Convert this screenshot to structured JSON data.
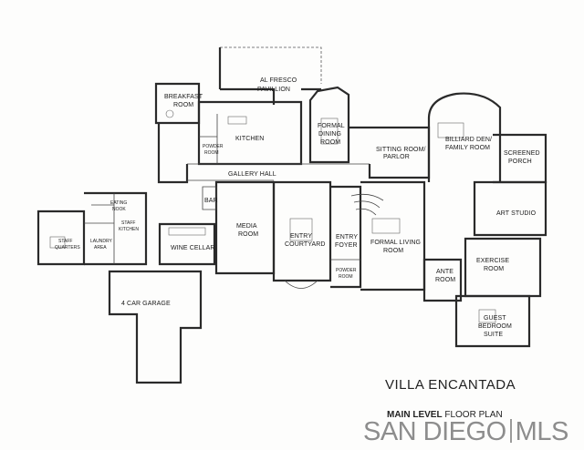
{
  "title": "VILLA ENCANTADA",
  "subtitle_bold": "MAIN LEVEL",
  "subtitle_rest": "FLOOR PLAN",
  "watermark": {
    "left": "SAN DIEGO",
    "right": "MLS"
  },
  "rooms": {
    "al_fresco": "AL FRESCO",
    "pavillion": "PAVILLION",
    "breakfast": "BREAKFAST",
    "breakfast_room": "ROOM",
    "kitchen": "KITCHEN",
    "powder_a": "POWDER",
    "powder_a2": "ROOM",
    "formal_dining": "FORMAL",
    "formal_dining2": "DINING",
    "formal_dining3": "ROOM",
    "sitting": "SITTING ROOM/",
    "sitting2": "PARLOR",
    "billiard": "BILLIARD DEN/",
    "billiard2": "FAMILY ROOM",
    "screened": "SCREENED",
    "screened2": "PORCH",
    "gallery": "GALLERY HALL",
    "eating": "EATING",
    "eating2": "NOOK",
    "staff_kitchen": "STAFF",
    "staff_kitchen2": "KITCHEN",
    "staff_quarters": "STAFF",
    "staff_quarters2": "QUARTERS",
    "laundry": "LAUNDRY",
    "laundry2": "AREA",
    "bar": "BAR",
    "media": "MEDIA",
    "media2": "ROOM",
    "wine": "WINE CELLAR",
    "courtyard": "ENTRY",
    "courtyard2": "COURTYARD",
    "foyer": "ENTRY",
    "foyer2": "FOYER",
    "powder_b": "POWDER",
    "powder_b2": "ROOM",
    "living": "FORMAL LIVING",
    "living2": "ROOM",
    "art": "ART STUDIO",
    "exercise": "EXERCISE",
    "exercise2": "ROOM",
    "ante": "ANTE",
    "ante2": "ROOM",
    "guest": "GUEST",
    "guest2": "BEDROOM",
    "guest3": "SUITE",
    "garage": "4 CAR GARAGE"
  }
}
